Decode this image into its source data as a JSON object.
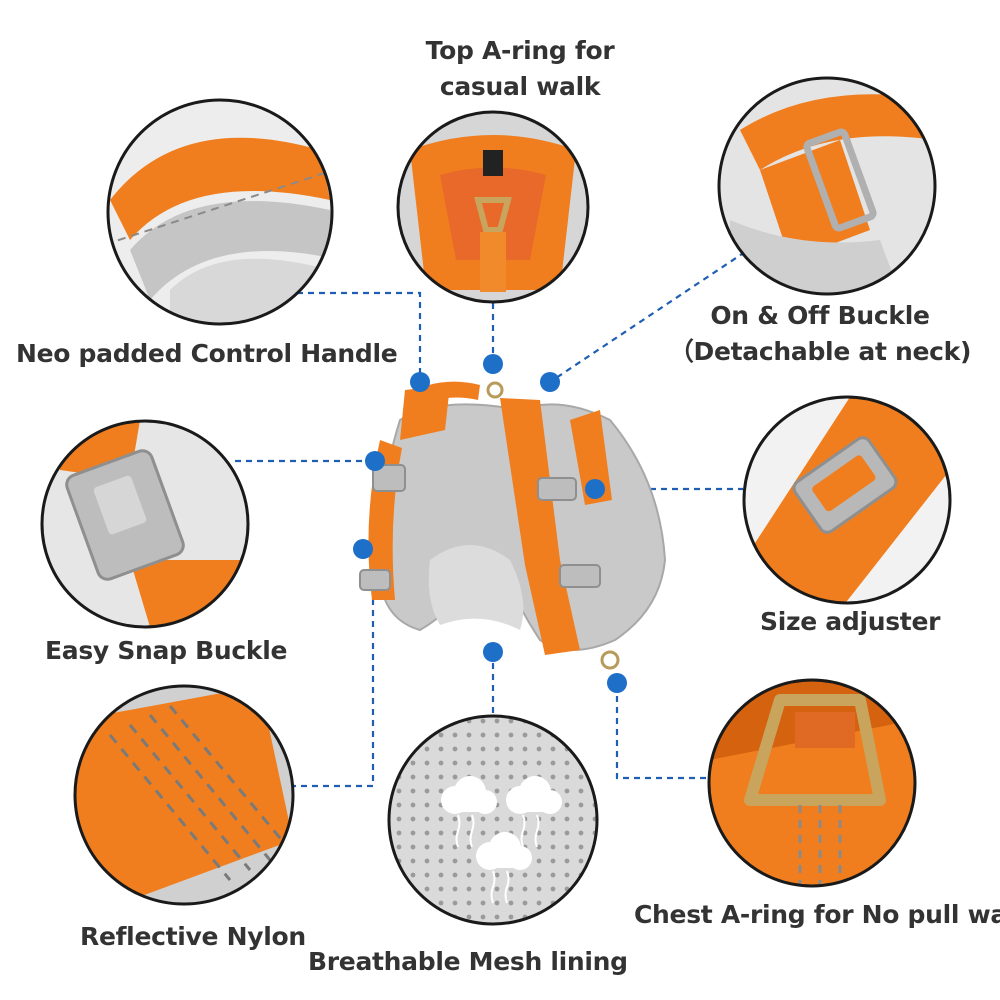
{
  "colors": {
    "orange": "#F07E1E",
    "orange_dark": "#D4620E",
    "grey_padding": "#C9C9C9",
    "mesh_grey": "#DADADA",
    "connector_blue": "#1E5FB4",
    "text": "#333333"
  },
  "labels": {
    "top_ring": [
      "Top A-ring for",
      "casual walk"
    ],
    "control_handle": "Neo padded Control Handle",
    "neck_buckle": [
      "On & Off Buckle",
      "（Detachable at neck)"
    ],
    "snap_buckle": "Easy Snap Buckle",
    "size_adjuster": "Size adjuster",
    "reflective_nylon": "Reflective Nylon",
    "mesh_lining": "Breathable Mesh lining",
    "chest_ring": "Chest A-ring for No pull walk"
  },
  "icons": {
    "connector_dot": "blue-dot-icon",
    "cloud": "cloud-icon"
  }
}
